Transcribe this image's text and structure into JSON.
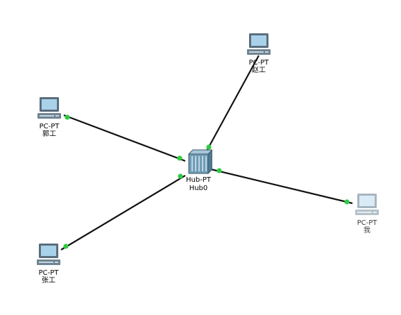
{
  "colors": {
    "background": "#ffffff",
    "link": "#111111",
    "port_status": "#2ecc40",
    "monitor_frame": "#5a6d7c",
    "monitor_screen": "#a9d1ea",
    "hub_body": "#6f9cb5"
  },
  "devices": {
    "hub": {
      "type": "Hub-PT",
      "name": "Hub0",
      "icon": "hub-icon"
    },
    "pc_top": {
      "type": "PC-PT",
      "name": "赵工",
      "icon": "computer-icon"
    },
    "pc_left": {
      "type": "PC-PT",
      "name": "郭工",
      "icon": "computer-icon"
    },
    "pc_bottom": {
      "type": "PC-PT",
      "name": "张工",
      "icon": "computer-icon"
    },
    "pc_right": {
      "type": "PC-PT",
      "name": "我",
      "icon": "computer-icon"
    }
  },
  "links": [
    {
      "from": "pc_top",
      "to": "hub"
    },
    {
      "from": "pc_left",
      "to": "hub"
    },
    {
      "from": "pc_bottom",
      "to": "hub"
    },
    {
      "from": "pc_right",
      "to": "hub"
    }
  ]
}
